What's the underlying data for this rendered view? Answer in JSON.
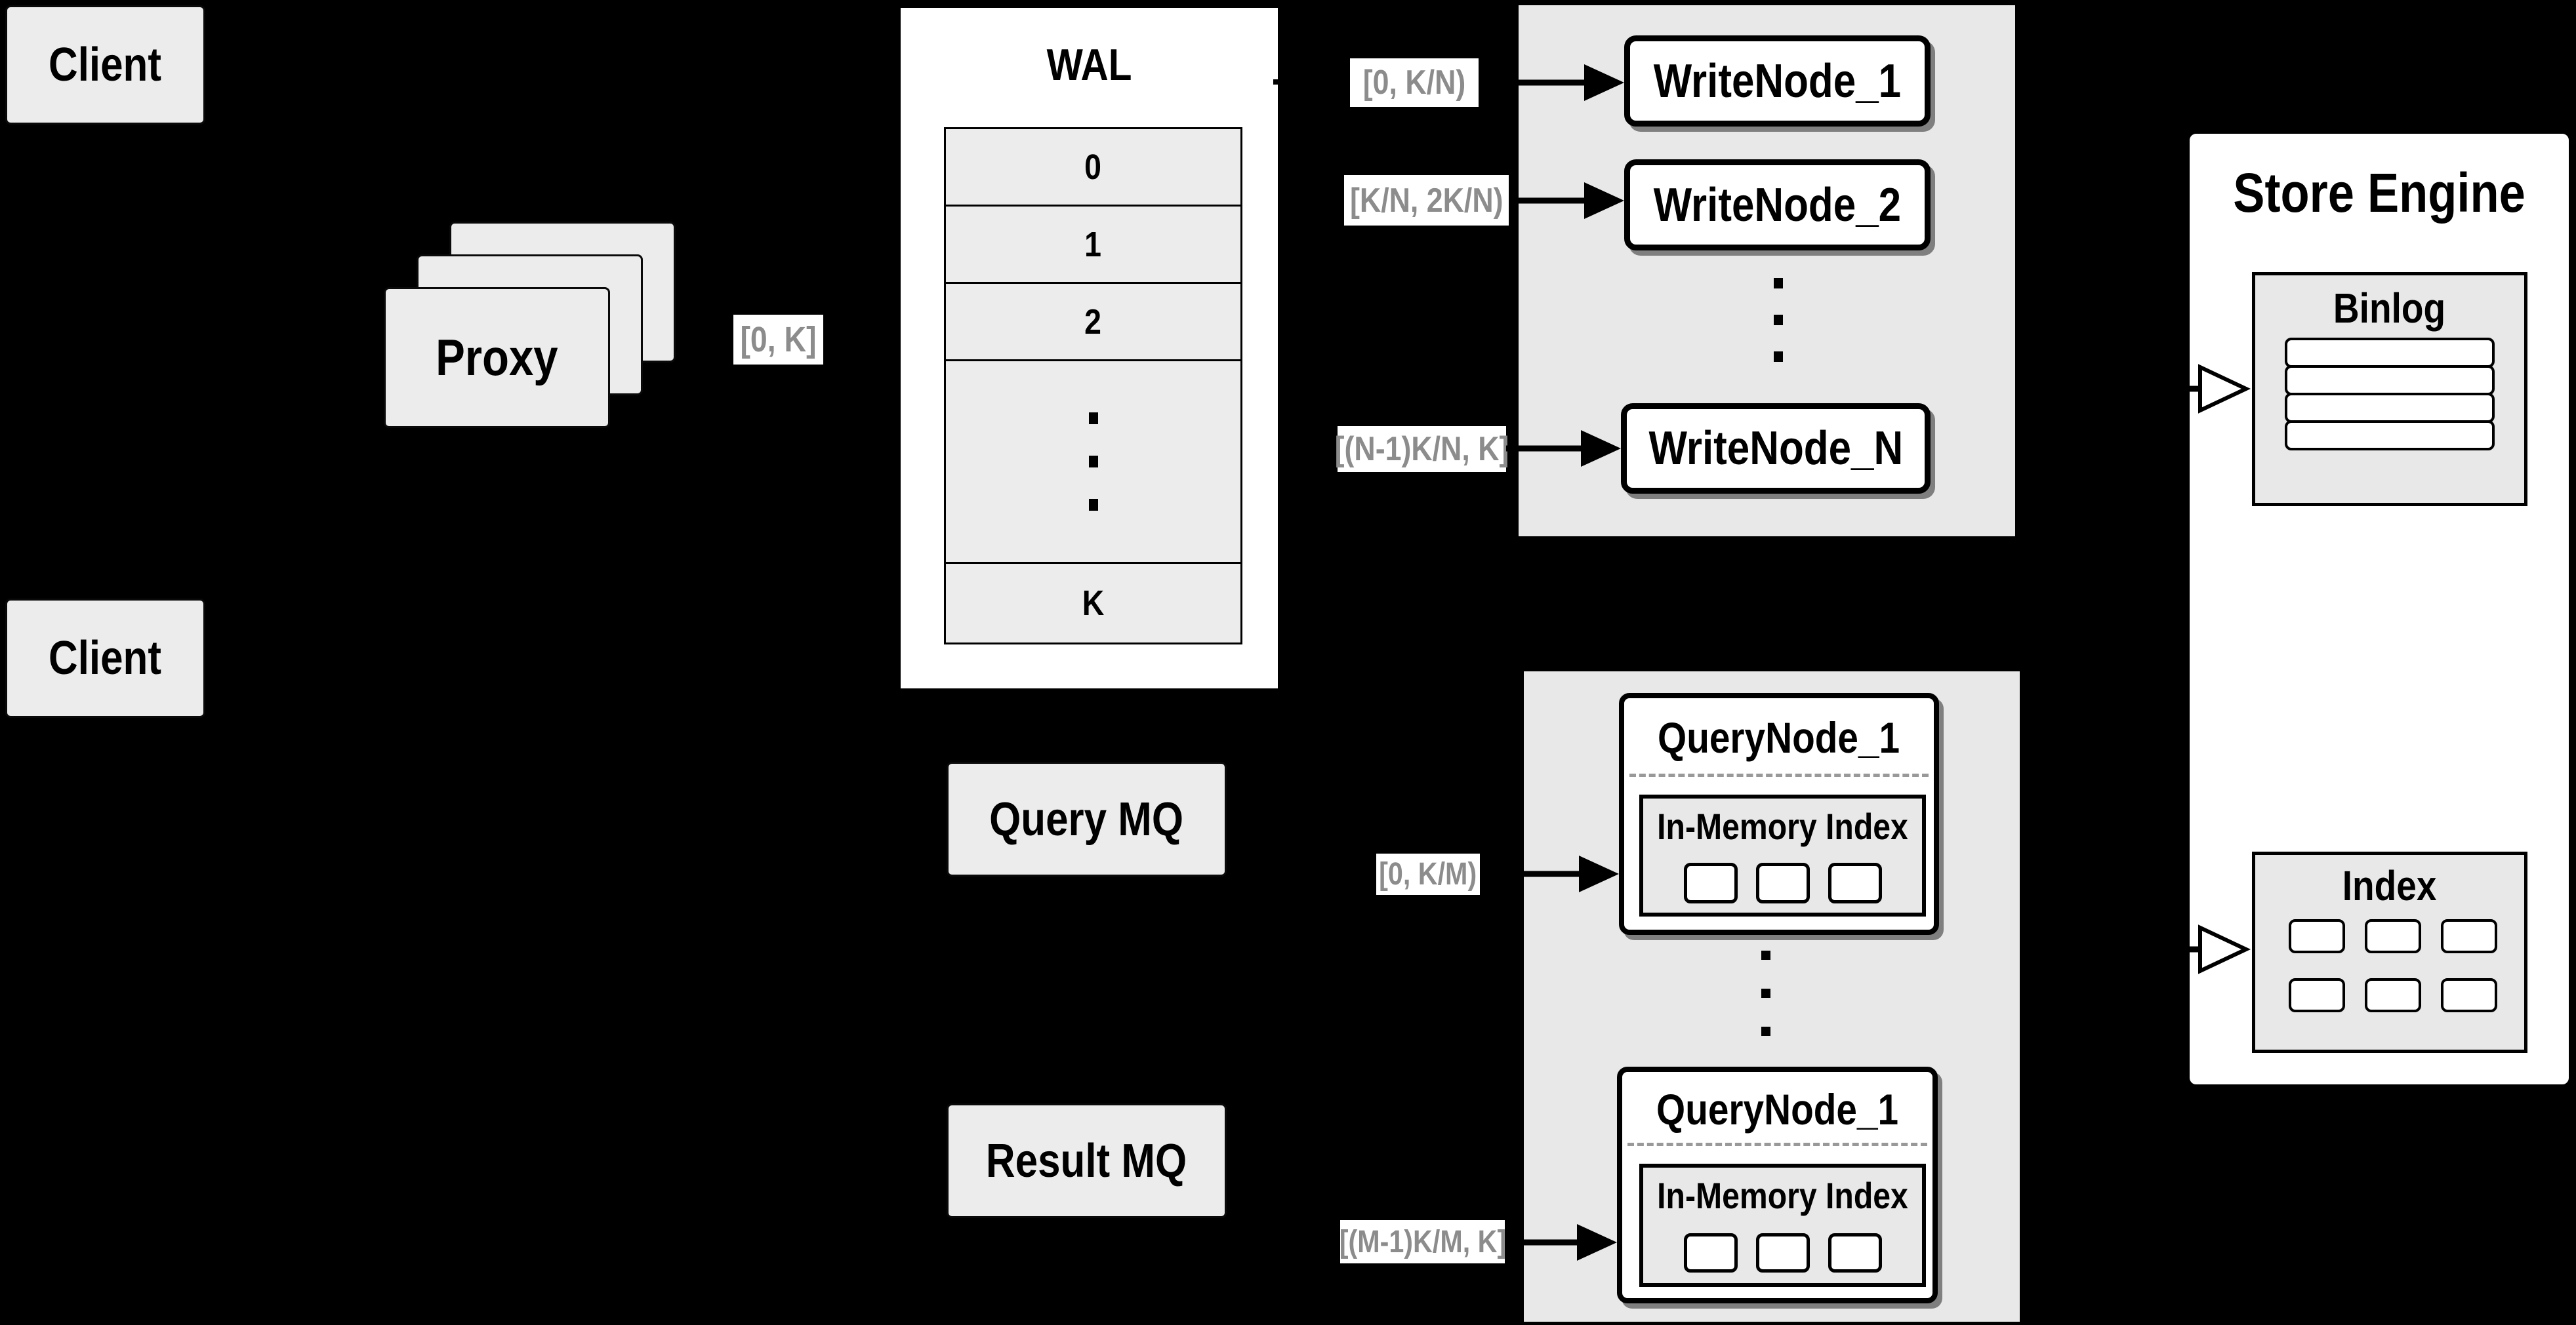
{
  "diagram": {
    "colors": {
      "background": "#000000",
      "panel": "#e8e8e8",
      "box_fill": "#ececec",
      "white": "#ffffff",
      "border": "#000000",
      "chip_text": "#8c8c8c",
      "dash": "#999999"
    },
    "clients": {
      "top": "Client",
      "bottom": "Client"
    },
    "proxy": {
      "label": "Proxy",
      "range": "[0, K]"
    },
    "wal": {
      "title": "WAL",
      "rows": [
        "0",
        "1",
        "2"
      ],
      "last_row": "K"
    },
    "write_group": {
      "nodes": [
        {
          "range": "[0, K/N)",
          "label": "WriteNode_1"
        },
        {
          "range": "[K/N, 2K/N)",
          "label": "WriteNode_2"
        },
        {
          "range": "[(N-1)K/N, K]",
          "label": "WriteNode_N"
        }
      ]
    },
    "mq": {
      "query_label": "Query MQ",
      "result_label": "Result MQ"
    },
    "query_group": {
      "nodes": [
        {
          "range": "[0, K/M)",
          "label": "QueryNode_1",
          "inner_title": "In-Memory Index"
        },
        {
          "range": "[(M-1)K/M, K]",
          "label": "QueryNode_1",
          "inner_title": "In-Memory Index"
        }
      ]
    },
    "store_engine": {
      "title": "Store Engine",
      "binlog_title": "Binlog",
      "index_title": "Index"
    }
  }
}
